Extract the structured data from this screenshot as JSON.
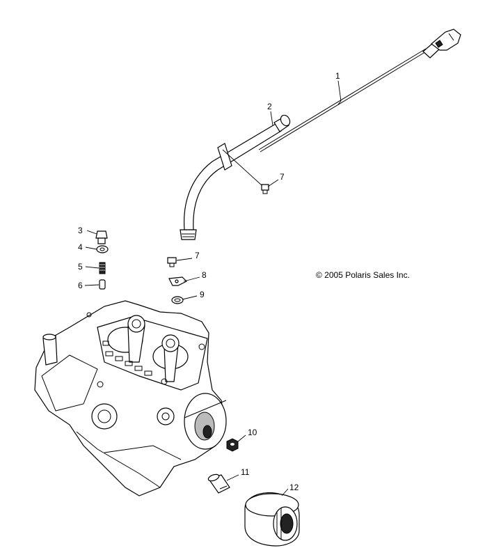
{
  "copyright": "© 2005 Polaris Sales Inc.",
  "callouts": {
    "c1": "1",
    "c2": "2",
    "c3": "3",
    "c4": "4",
    "c5": "5",
    "c6": "6",
    "c7a": "7",
    "c7b": "7",
    "c8": "8",
    "c9": "9",
    "c10": "10",
    "c11": "11",
    "c12": "12"
  }
}
